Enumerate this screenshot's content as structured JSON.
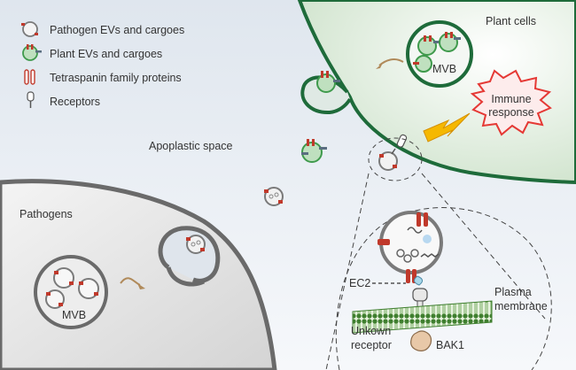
{
  "legend": {
    "items": [
      {
        "label": "Pathogen EVs and cargoes",
        "icon": "pathogen-ev-icon"
      },
      {
        "label": "Plant EVs and cargoes",
        "icon": "plant-ev-icon"
      },
      {
        "label": "Tetraspanin family proteins",
        "icon": "tetraspanin-icon"
      },
      {
        "label": "Receptors",
        "icon": "receptor-icon"
      }
    ]
  },
  "labels": {
    "plant_cells": "Plant cells",
    "apoplastic_space": "Apoplastic space",
    "pathogens": "Pathogens",
    "mvb_plant": "MVB",
    "mvb_pathogen": "MVB",
    "immune_line1": "Immune",
    "immune_line2": "response",
    "ec2": "EC2",
    "plasma_line1": "Plasma",
    "plasma_line2": "membrane",
    "unknown_line1": "Unkown",
    "unknown_line2": "receptor",
    "bak1": "BAK1"
  },
  "colors": {
    "plant_cell_outline": "#1e6b3a",
    "plant_cell_fill": "#e7f1e6",
    "pathogen_outline": "#6a6a6a",
    "pathogen_fill": "#e6e6e6",
    "tetraspanin": "#c0392b",
    "plant_ev": "#3f9a4c",
    "immune_burst": "#e53935",
    "lightning": "#f5b800",
    "membrane": "#3f7f2f"
  }
}
